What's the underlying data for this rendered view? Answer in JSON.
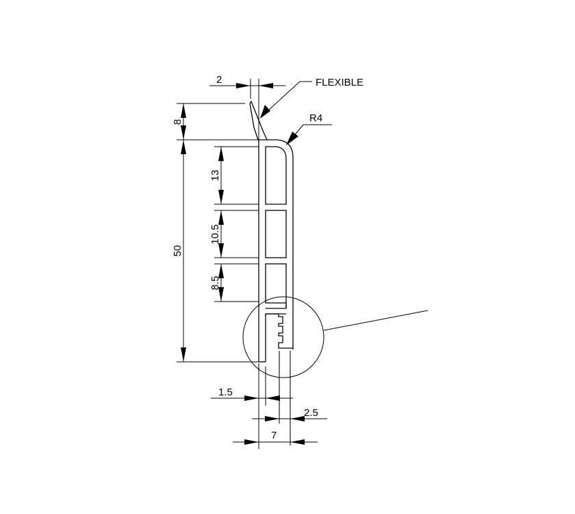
{
  "drawing": {
    "title": "Profile cross-section with dimensions",
    "line_color": "#000000",
    "background": "#ffffff",
    "callouts": {
      "flexible": "FLEXIBLE",
      "radius": "R4"
    },
    "dimensions": {
      "lip_thickness": "2",
      "lip_height": "8",
      "total_height": "50",
      "chamber_1": "13",
      "chamber_2": "10.5",
      "chamber_3": "8.5",
      "wall_thickness": "1.5",
      "gap": "2.5",
      "total_width": "7"
    },
    "detail_circle": "detail view marker"
  }
}
